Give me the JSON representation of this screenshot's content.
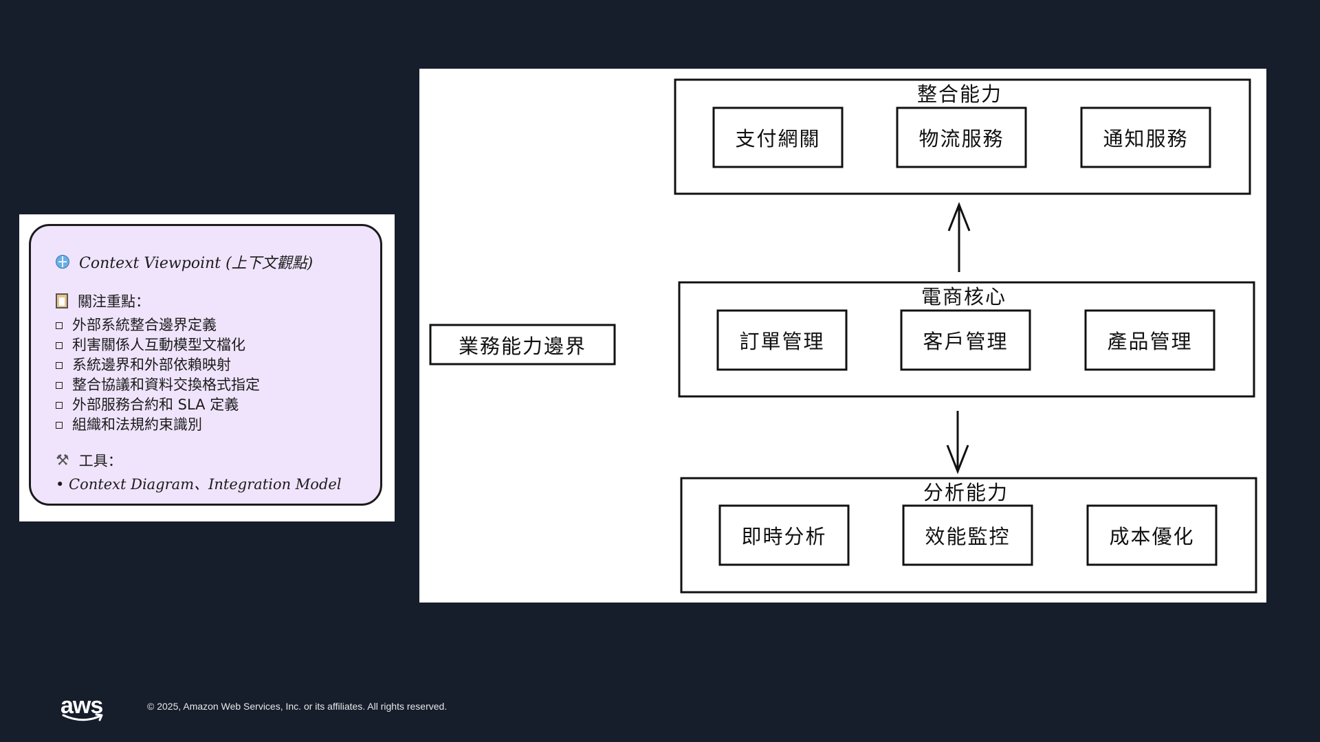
{
  "card": {
    "title": "Context Viewpoint (上下文觀點)",
    "focus_label": "關注重點：",
    "focus_items": [
      "外部系統整合邊界定義",
      "利害關係人互動模型文檔化",
      "系統邊界和外部依賴映射",
      "整合協議和資料交換格式指定",
      "外部服務合約和 SLA 定義",
      "組織和法規約束識別"
    ],
    "tools_label": "工具：",
    "tools_line": "• Context Diagram、Integration Model",
    "icons": {
      "title": "globe-icon",
      "focus": "clipboard-icon",
      "tools": "tools-icon"
    }
  },
  "diagram": {
    "boundary_label": "業務能力邊界",
    "groups": [
      {
        "title": "整合能力",
        "items": [
          "支付網關",
          "物流服務",
          "通知服務"
        ]
      },
      {
        "title": "電商核心",
        "items": [
          "訂單管理",
          "客戶管理",
          "產品管理"
        ]
      },
      {
        "title": "分析能力",
        "items": [
          "即時分析",
          "效能監控",
          "成本優化"
        ]
      }
    ]
  },
  "footer": {
    "logo": "aws",
    "copyright": "© 2025, Amazon Web Services, Inc. or its affiliates. All rights reserved."
  }
}
